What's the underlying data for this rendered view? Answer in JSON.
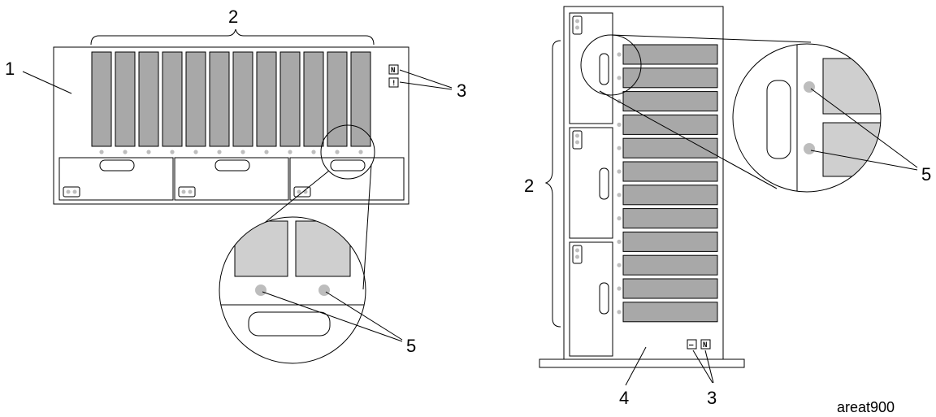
{
  "labels": {
    "rack_chassis": "1",
    "rack_bays": "2",
    "rack_indicators": "3",
    "rack_leds": "5",
    "tower_bays": "2",
    "tower_base": "4",
    "tower_indicators": "3",
    "tower_leds": "5"
  },
  "indicator_icons": {
    "power": "N",
    "attention": "!"
  },
  "caption": "areat900",
  "bay_counts": {
    "rack_drive_bays": 12,
    "rack_pci_modules": 3,
    "tower_drive_bays": 12,
    "tower_pci_modules": 3
  }
}
